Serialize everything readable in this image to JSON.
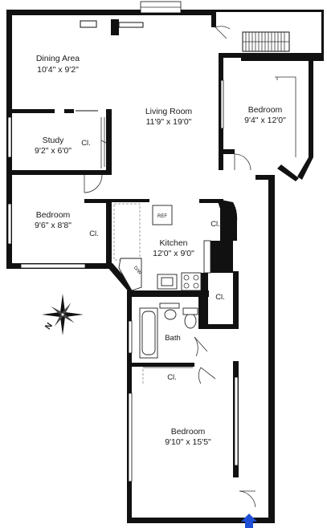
{
  "rooms": {
    "dining": {
      "name": "Dining Area",
      "dims": "10'4\" x 9'2\""
    },
    "living": {
      "name": "Living Room",
      "dims": "11'9\" x 19'0\""
    },
    "bedroom_ne": {
      "name": "Bedroom",
      "dims": "9'4\" x 12'0\""
    },
    "study": {
      "name": "Study",
      "dims": "9'2\" x 6'0\""
    },
    "bedroom_w": {
      "name": "Bedroom",
      "dims": "9'6\" x 8'8\""
    },
    "kitchen": {
      "name": "Kitchen",
      "dims": "12'0\" x 9'0\""
    },
    "bath": {
      "name": "Bath"
    },
    "bedroom_s": {
      "name": "Bedroom",
      "dims": "9'10\" x 15'5\""
    }
  },
  "closet_label": "Cl.",
  "appliances": {
    "refrigerator": "REF",
    "dishwasher": "D/W"
  },
  "compass": {
    "label": "N",
    "icon": "compass-rose-icon"
  },
  "entry": {
    "icon": "entry-arrow-icon",
    "color": "#1f4fd6"
  },
  "colors": {
    "wall": "#111111",
    "background": "#ffffff"
  }
}
